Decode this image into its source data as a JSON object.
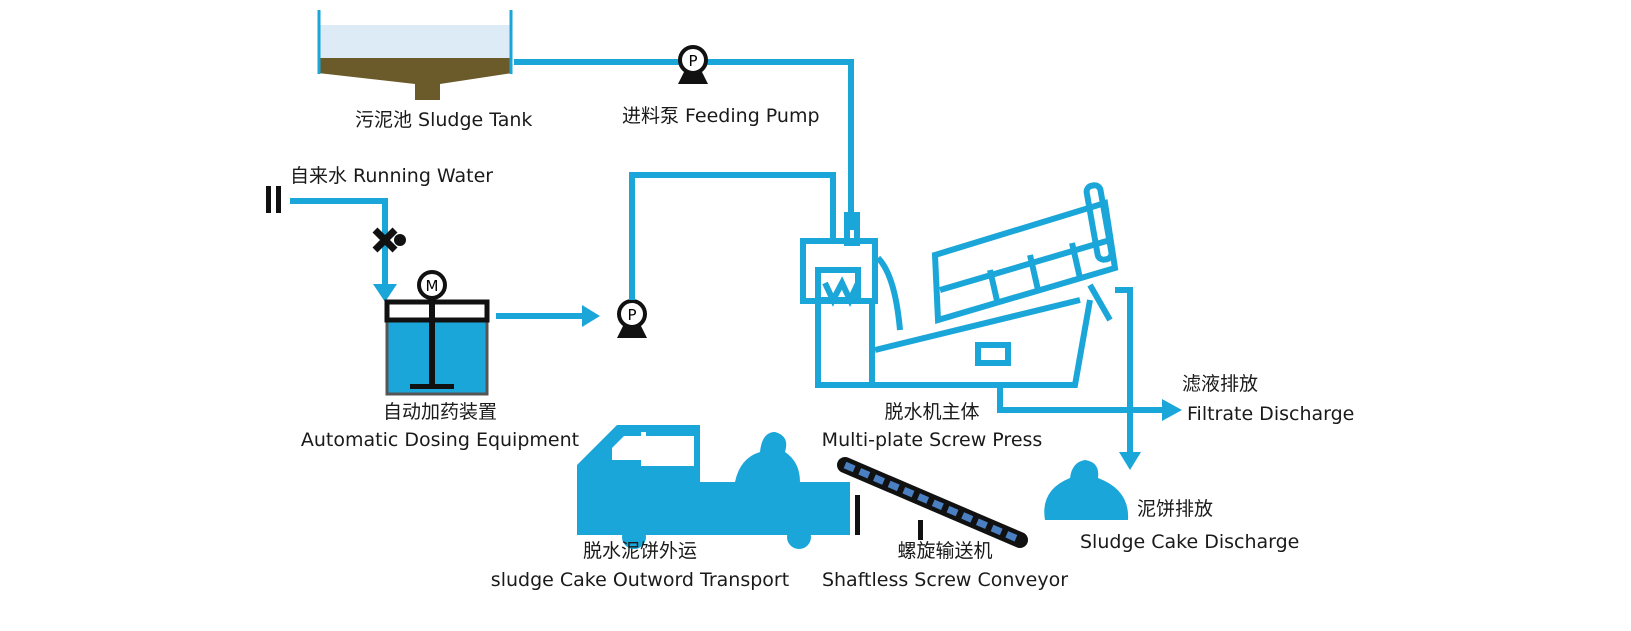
{
  "colors": {
    "pipe": "#1aa6d8",
    "sludge": "#6b5a2a",
    "water": "#dcebf5",
    "equipment_dark": "#111111"
  },
  "labels": {
    "sludge_tank": "污泥池 Sludge Tank",
    "feeding_pump": "进料泵 Feeding Pump",
    "running_water": "自来水 Running Water",
    "dosing_cn": "自动加药装置",
    "dosing_en": "Automatic Dosing Equipment",
    "press_cn": "脱水机主体",
    "press_en": "Multi-plate Screw Press",
    "filtrate_cn": "滤液排放",
    "filtrate_en": "Filtrate Discharge",
    "cake_cn": "泥饼排放",
    "cake_en": "Sludge Cake Discharge",
    "transport_cn": "脱水泥饼外运",
    "transport_en": "sludge Cake Outword Transport",
    "conveyor_cn": "螺旋输送机",
    "conveyor_en": "Shaftless Screw Conveyor"
  },
  "symbols": {
    "pump": "P",
    "motor": "M"
  }
}
